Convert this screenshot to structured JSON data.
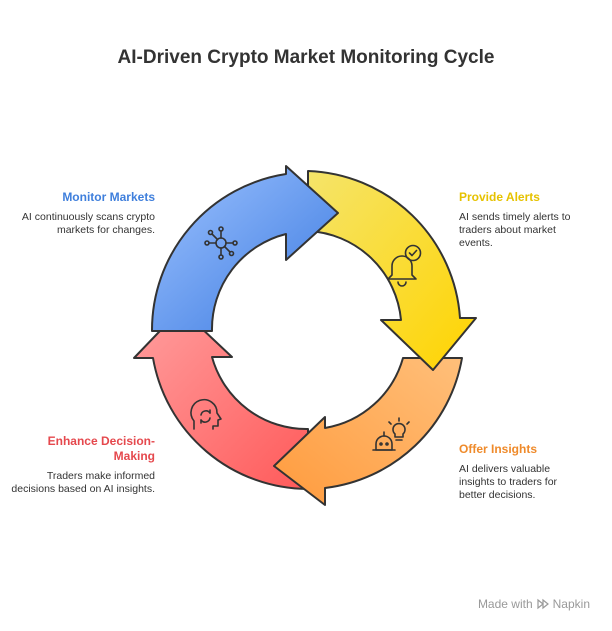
{
  "title": "AI-Driven Crypto Market Monitoring Cycle",
  "stages": [
    {
      "id": "monitor",
      "heading": "Monitor Markets",
      "description": "AI continuously scans crypto markets for changes.",
      "color": "#3f7fdc",
      "icon": "network-icon"
    },
    {
      "id": "alerts",
      "heading": "Provide Alerts",
      "description": "AI sends timely alerts to traders about market events.",
      "color": "#e6c200",
      "icon": "bell-check-icon"
    },
    {
      "id": "insights",
      "heading": "Offer Insights",
      "description": "AI delivers valuable insights to traders for better decisions.",
      "color": "#ef8a2a",
      "icon": "robot-bulb-icon"
    },
    {
      "id": "decision",
      "heading": "Enhance Decision-Making",
      "description": "Traders make informed decisions based on AI insights.",
      "color": "#e5484d",
      "icon": "head-cycle-icon"
    }
  ],
  "footer": {
    "made_with": "Made with",
    "brand": "Napkin"
  }
}
